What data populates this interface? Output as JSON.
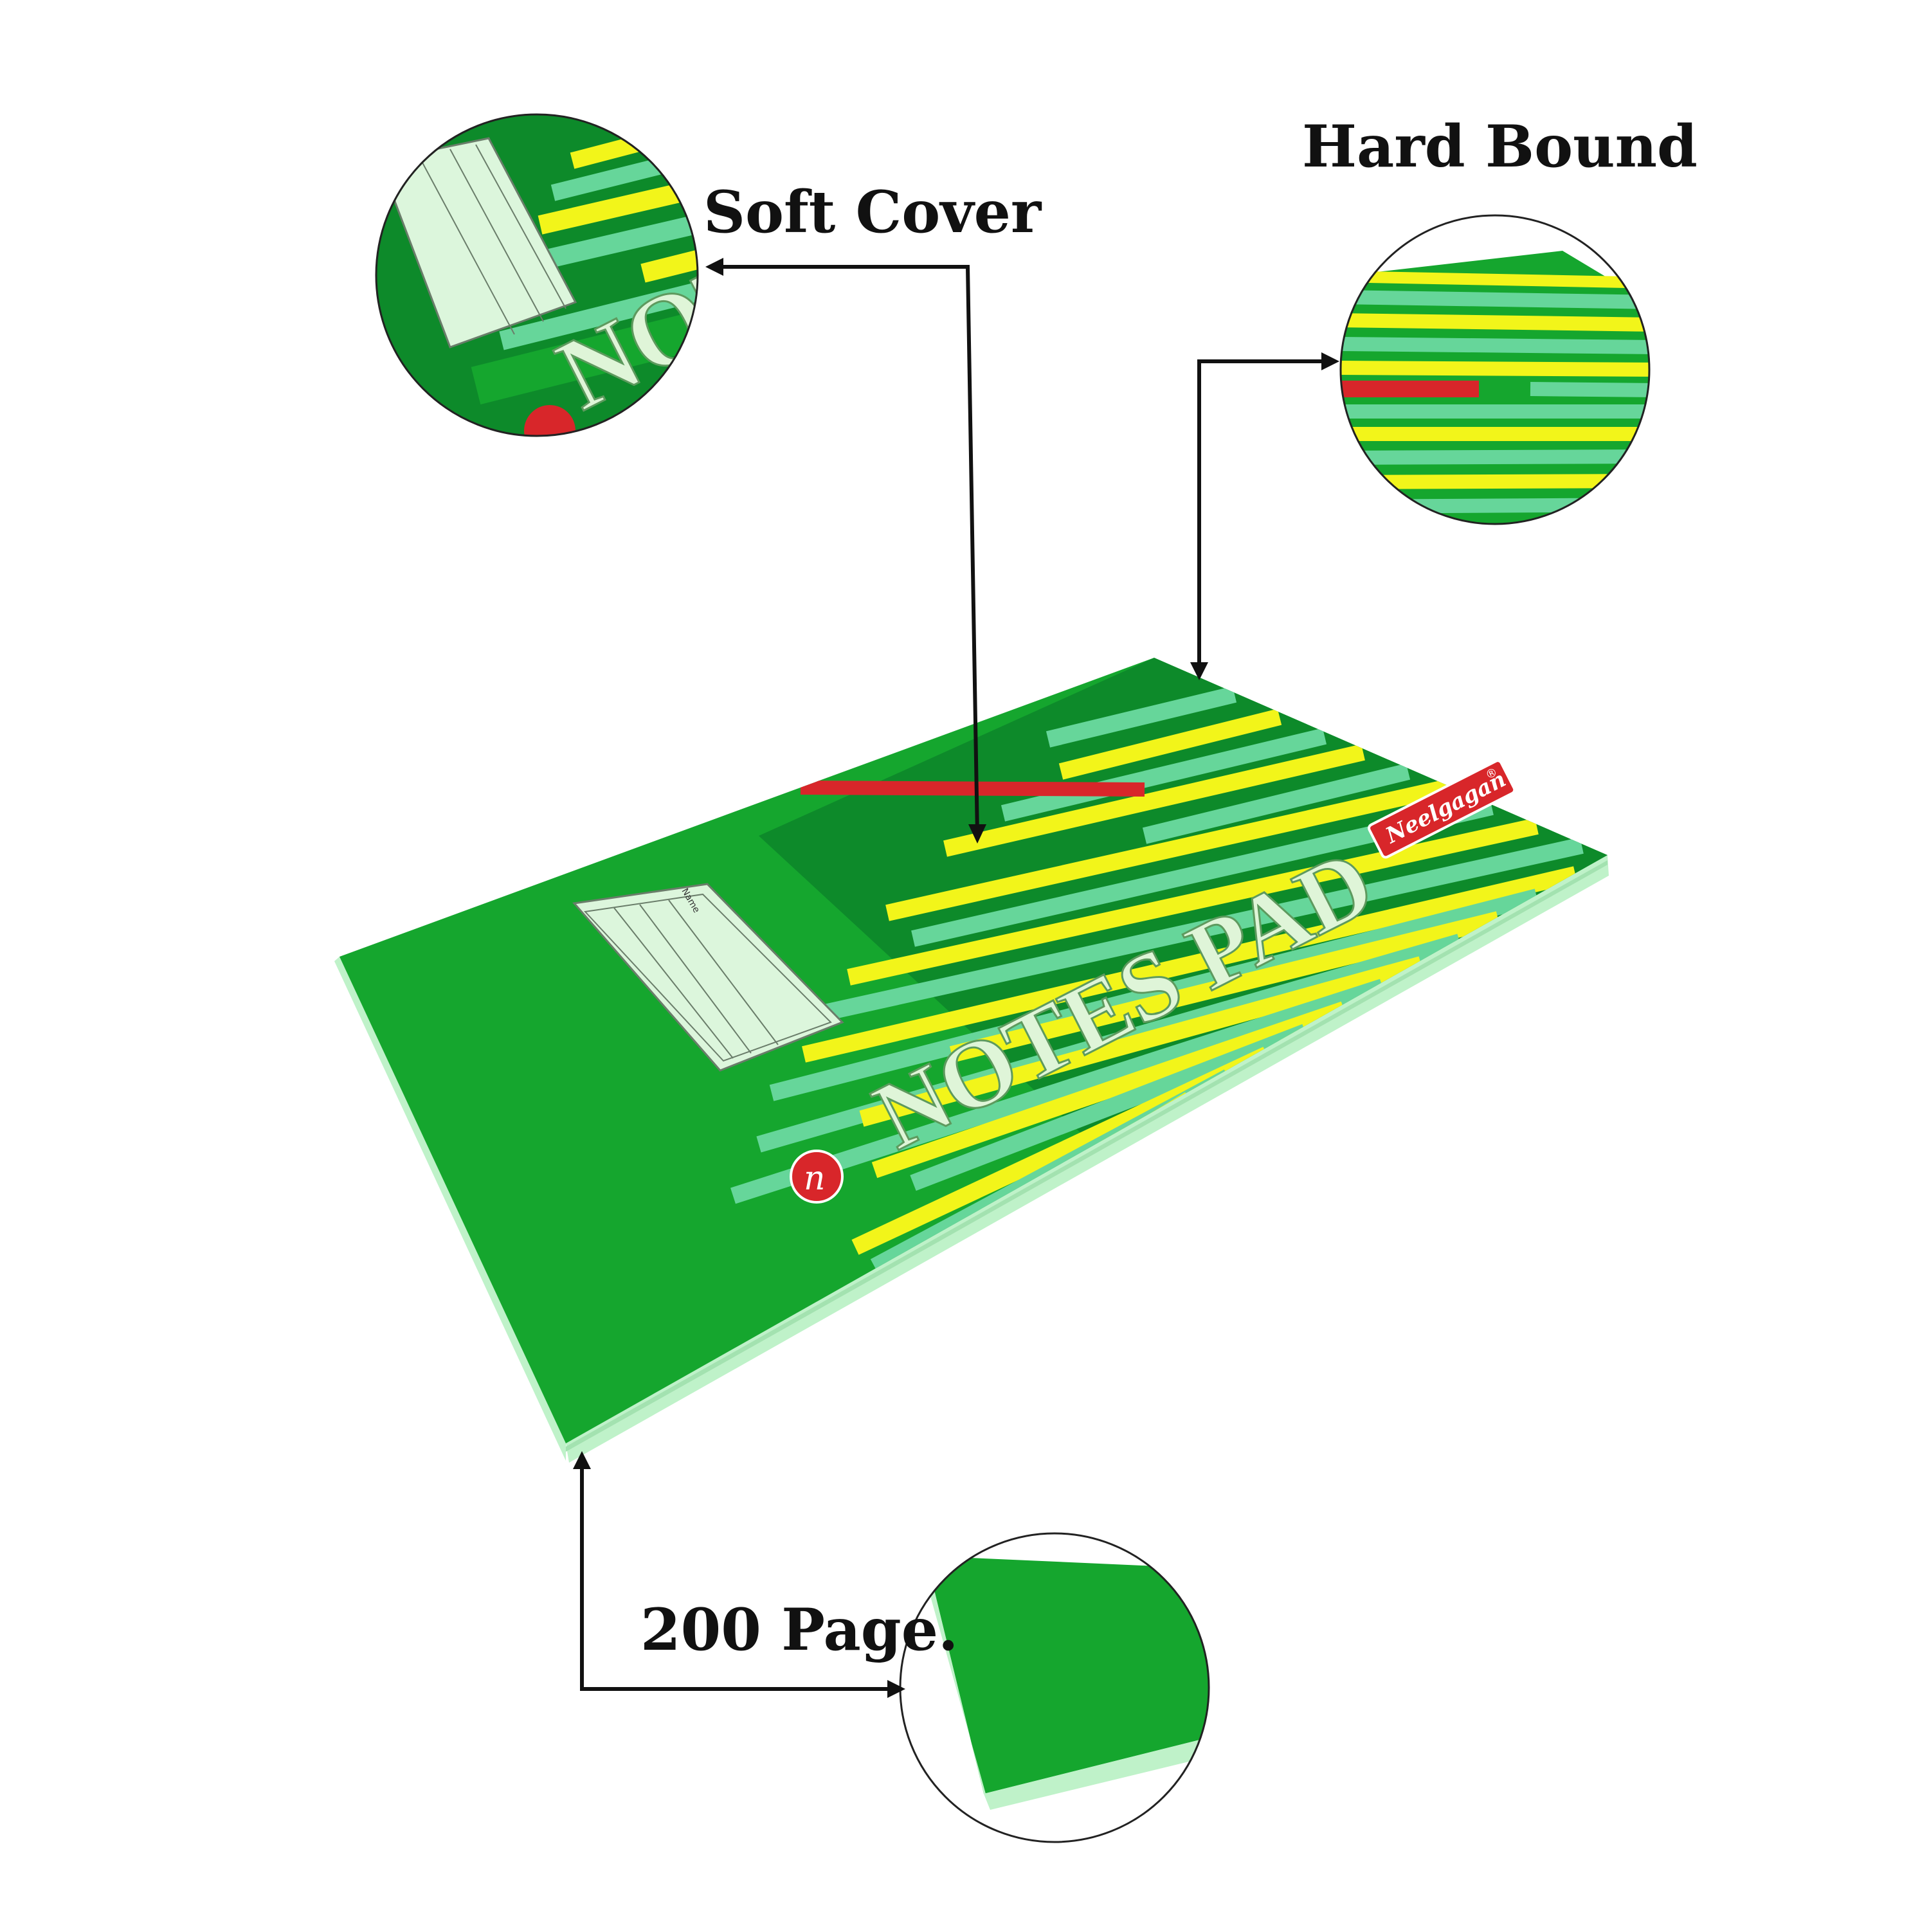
{
  "callouts": {
    "soft_cover": "Soft Cover",
    "hard_bound": "Hard Bound",
    "pages": "200 Page."
  },
  "notebook": {
    "title": "NOTES PAD",
    "brand": "Neelgagan",
    "brand_mark": "®",
    "name_label": "Name",
    "logo_glyph": "n"
  },
  "colors": {
    "cover_green": "#15a62e",
    "dark_green": "#0d8a2a",
    "stripe_yellow": "#f2f51a",
    "stripe_mint": "#66d69a",
    "accent_red": "#d8262a",
    "page_edge": "#bff2c9",
    "label_panel": "#dcf6dc"
  }
}
